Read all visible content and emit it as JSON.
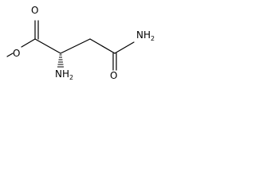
{
  "molecule": {
    "atoms": {
      "carbonyl_oxygen": "O",
      "ester_oxygen": "O",
      "alpha_amine": "NH2",
      "amide_nitrogen": "NH2",
      "amide_oxygen": "O"
    },
    "colors": {
      "bond": "#000000",
      "text": "#000000",
      "background": "#ffffff"
    }
  }
}
